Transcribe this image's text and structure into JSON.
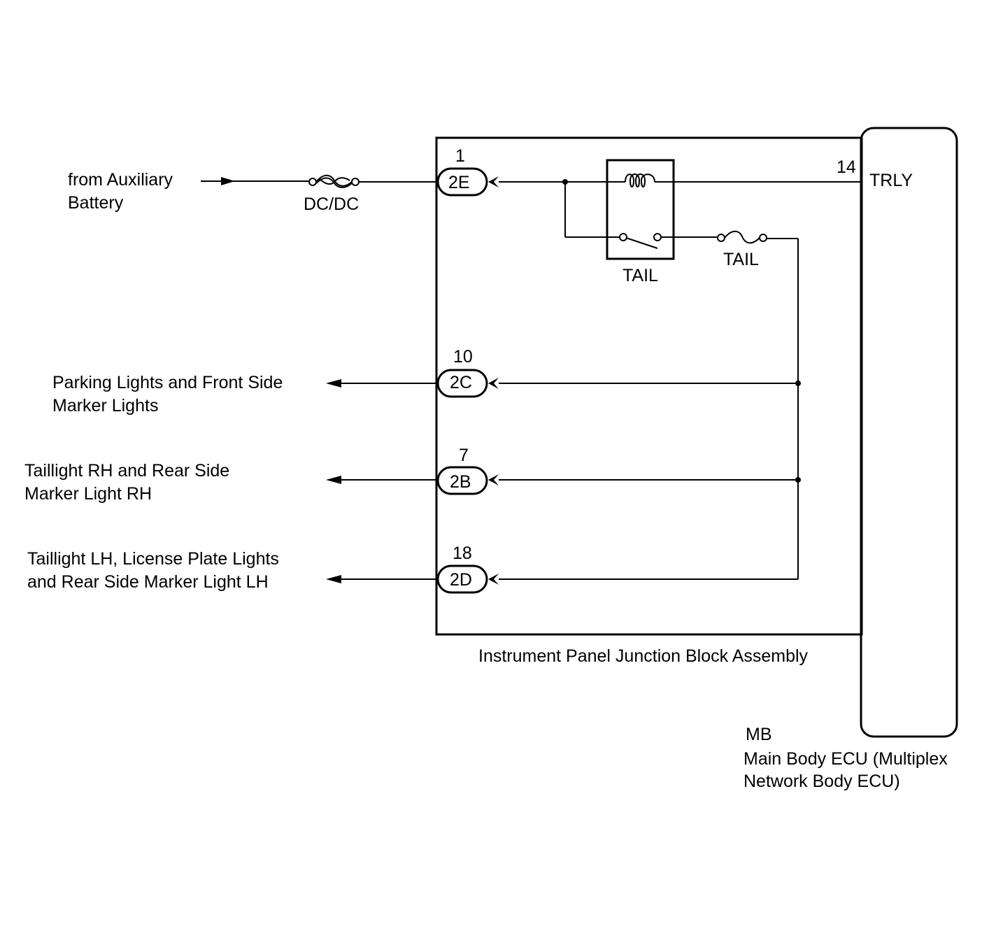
{
  "inputs": {
    "source_line1": "from Auxiliary",
    "source_line2": "Battery",
    "fuse_dcdc": "DC/DC"
  },
  "junction_block": {
    "name": "Instrument Panel Junction Block Assembly",
    "relay_name": "TAIL",
    "fuse_tail": "TAIL"
  },
  "connectors": [
    {
      "id": "2E",
      "pin": "1"
    },
    {
      "id": "2C",
      "pin": "10"
    },
    {
      "id": "2B",
      "pin": "7"
    },
    {
      "id": "2D",
      "pin": "18"
    }
  ],
  "ecu": {
    "code": "MB",
    "name_line1": "Main Body ECU (Multiplex",
    "name_line2": "Network Body ECU)",
    "pin": "14",
    "terminal": "TRLY"
  },
  "outputs": [
    {
      "line1": "Parking Lights and Front Side",
      "line2": "Marker Lights"
    },
    {
      "line1": "Taillight RH and Rear Side",
      "line2": "Marker Light RH"
    },
    {
      "line1": "Taillight LH, License Plate Lights",
      "line2": "and Rear Side Marker Light LH"
    }
  ]
}
